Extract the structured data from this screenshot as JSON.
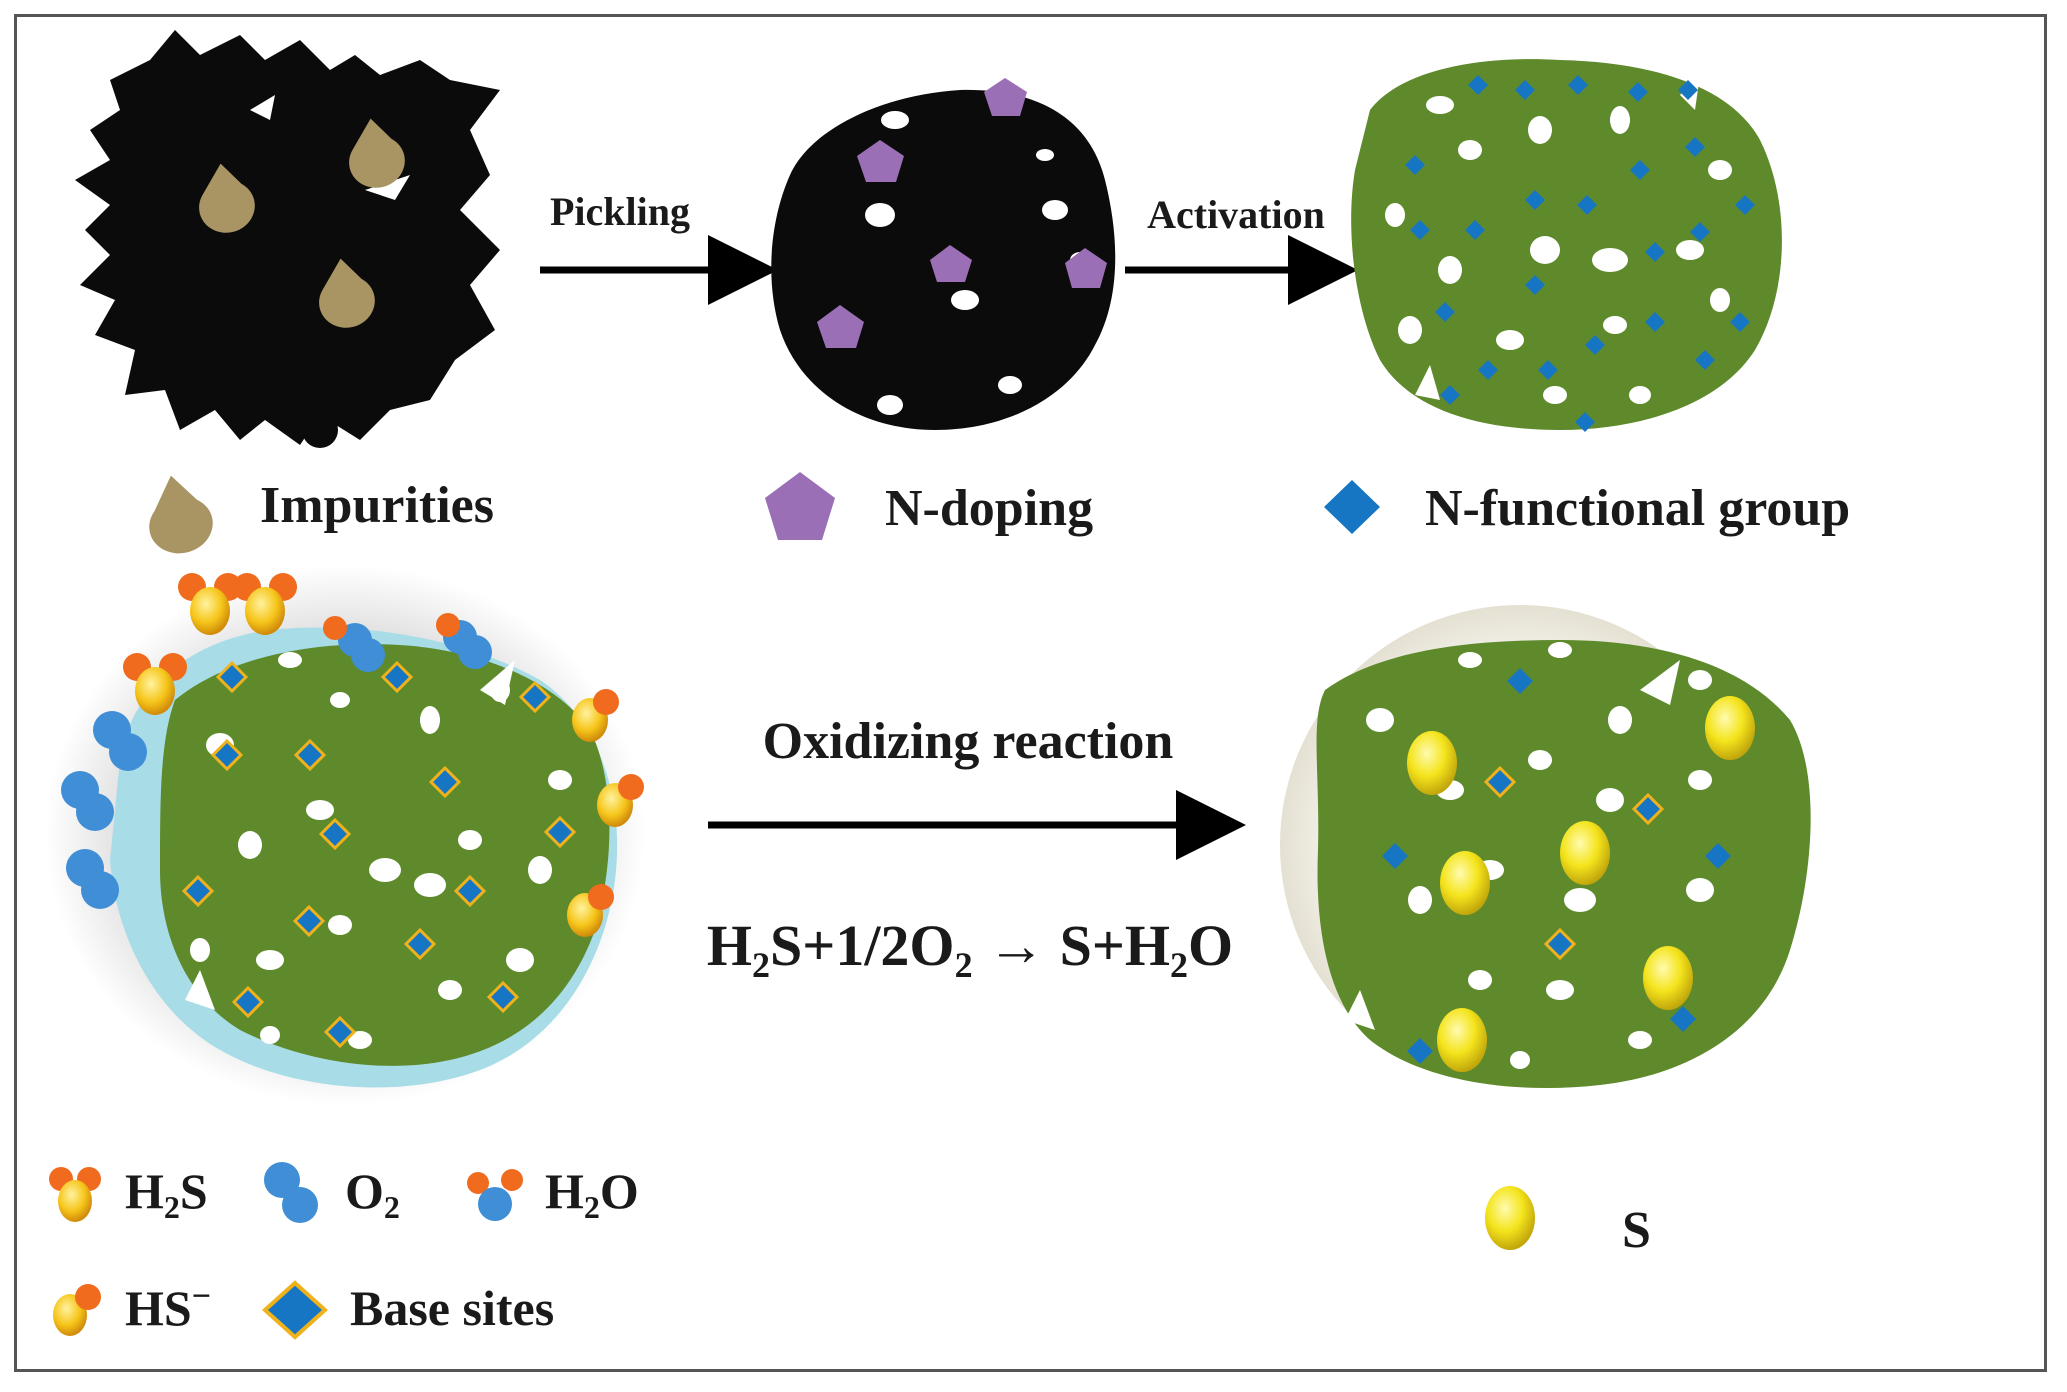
{
  "steps": {
    "pickling": "Pickling",
    "activation": "Activation",
    "oxidizing": "Oxidizing reaction"
  },
  "equation": {
    "lhs_a": "H",
    "lhs_a_sub": "2",
    "lhs_b": "S+1/2O",
    "lhs_b_sub": "2",
    "arrow": " → ",
    "rhs_a": "S+H",
    "rhs_a_sub": "2",
    "rhs_b": "O"
  },
  "legend_top": {
    "impurities": "Impurities",
    "n_doping": "N-doping",
    "n_functional": "N-functional group"
  },
  "legend_bottom": {
    "h2s_main": "H",
    "h2s_sub": "2",
    "h2s_tail": "S",
    "o2_main": "O",
    "o2_sub": "2",
    "h2o_main": "H",
    "h2o_sub": "2",
    "h2o_tail": "O",
    "hs_main": "HS",
    "hs_sup": "−",
    "base_sites": "Base sites",
    "s": "S"
  },
  "colors": {
    "carbon": "#0b0b0b",
    "green_carbon": "#5e8a2b",
    "impurity": "#a99463",
    "pentagon": "#9b6fb6",
    "diamond": "#1776c4",
    "diamond_border": "#f0b21a",
    "water_film": "#a8dde8",
    "sulfur": "#f0e21a",
    "orange_atom": "#f06b1e",
    "blue_atom": "#3f8ed6"
  }
}
